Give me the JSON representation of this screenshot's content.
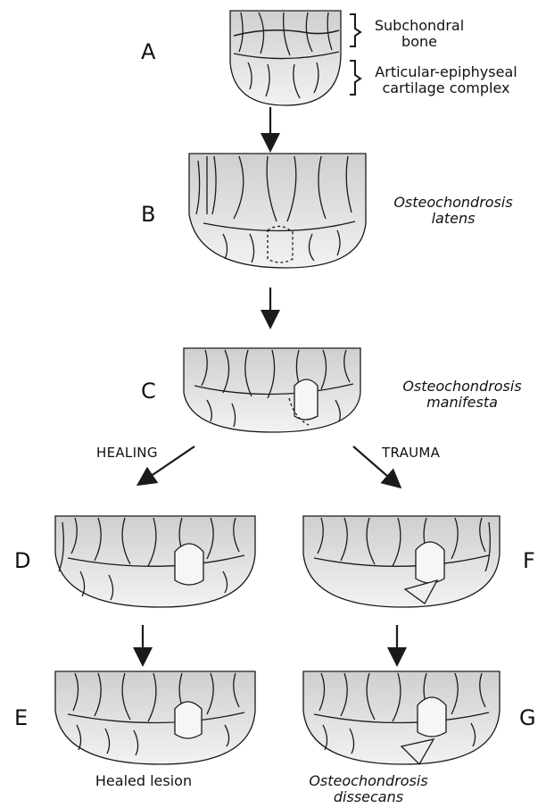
{
  "panels": {
    "A": {
      "letter": "A",
      "labels": [
        "Subchondral bone",
        "Articular-epiphyseal cartilage complex"
      ]
    },
    "B": {
      "letter": "B",
      "caption": [
        "Osteochondrosis",
        "latens"
      ]
    },
    "C": {
      "letter": "C",
      "caption": [
        "Osteochondrosis",
        "manifesta"
      ]
    },
    "D": {
      "letter": "D"
    },
    "E": {
      "letter": "E",
      "caption": "Healed lesion"
    },
    "F": {
      "letter": "F"
    },
    "G": {
      "letter": "G",
      "caption": [
        "Osteochondrosis",
        "dissecans"
      ]
    }
  },
  "branches": {
    "left": "HEALING",
    "right": "TRAUMA"
  },
  "colors": {
    "ink": "#1a1a1a",
    "bone_shade": "#d9d9d9"
  }
}
